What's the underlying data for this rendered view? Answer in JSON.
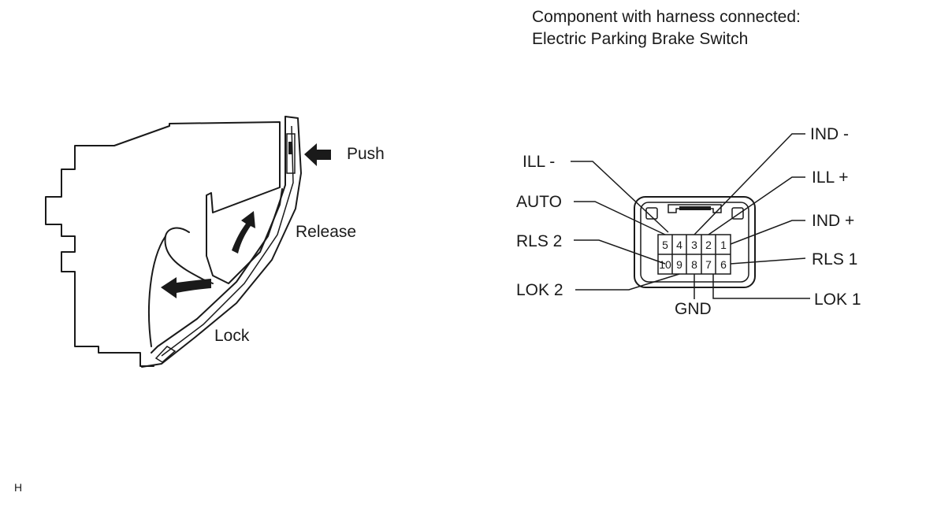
{
  "header": {
    "line1": "Component with harness connected:",
    "line2": "Electric Parking Brake Switch"
  },
  "switch_view": {
    "push_label": "Push",
    "release_label": "Release",
    "lock_label": "Lock"
  },
  "connector": {
    "pins_top": [
      "5",
      "4",
      "3",
      "2",
      "1"
    ],
    "pins_bottom": [
      "10",
      "9",
      "8",
      "7",
      "6"
    ],
    "terminals": {
      "ill_minus": "ILL -",
      "auto": "AUTO",
      "rls2": "RLS 2",
      "lok2": "LOK 2",
      "gnd": "GND",
      "ind_minus": "IND -",
      "ill_plus": "ILL +",
      "ind_plus": "IND +",
      "rls1": "RLS 1",
      "lok1": "LOK 1"
    }
  },
  "footer": {
    "code": "H"
  }
}
